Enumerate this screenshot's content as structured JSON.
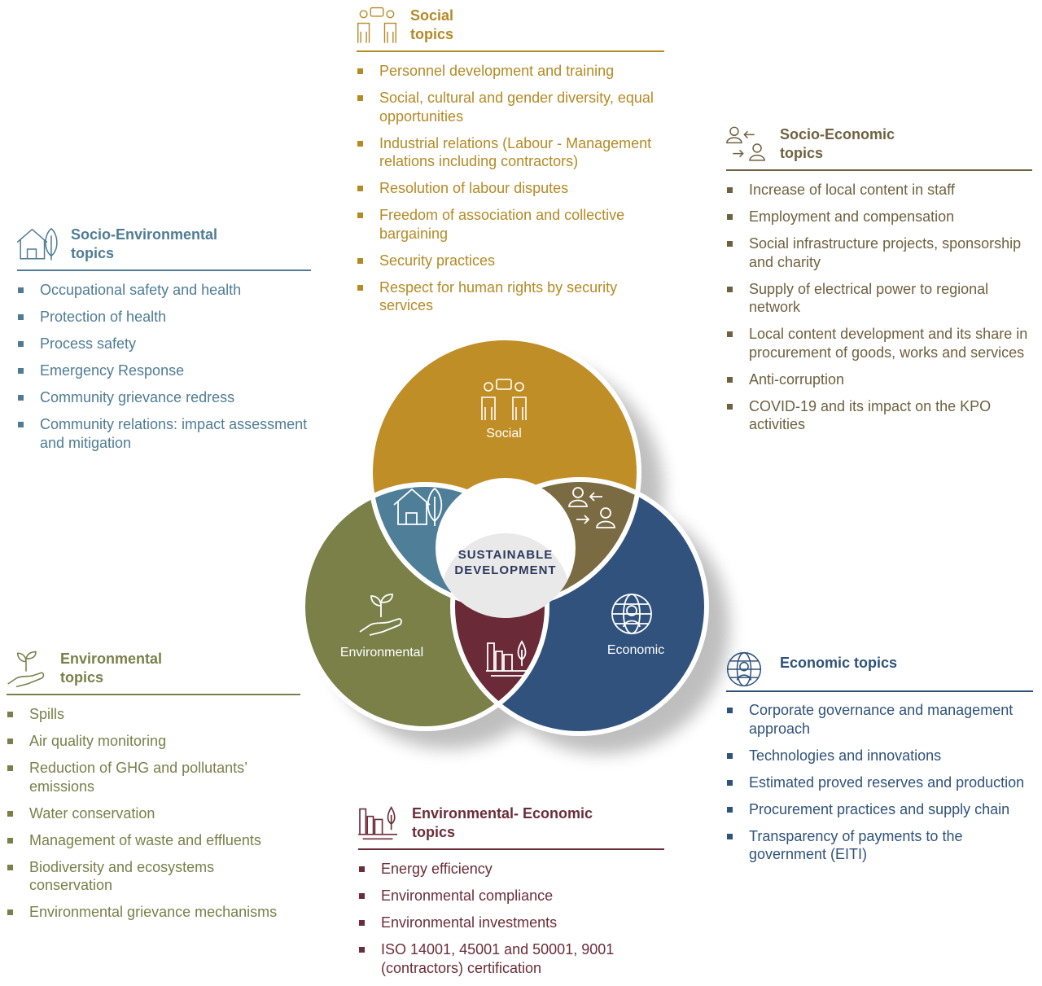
{
  "social": {
    "title": "Social\ntopics",
    "items": [
      "Personnel development and training",
      "Social, cultural and gender diversity, equal opportunities",
      "Industrial relations (Labour - Management relations including contractors)",
      "Resolution of labour disputes",
      "Freedom of association and collective bargaining",
      "Security practices",
      "Respect for human rights by security services"
    ]
  },
  "socio_economic": {
    "title": "Socio-Economic\ntopics",
    "items": [
      "Increase of local content in staff",
      "Employment and compensation",
      "Social infrastructure projects, sponsorship and charity",
      "Supply of electrical power to regional network",
      "Local content development and its share in procurement of goods, works and services",
      "Anti-corruption",
      "COVID-19 and its impact on the KPO activities"
    ]
  },
  "socio_environmental": {
    "title": "Socio-Environmental\ntopics",
    "items": [
      "Occupational safety and health",
      "Protection of health",
      "Process safety",
      "Emergency Response",
      "Community grievance redress",
      "Community relations: impact assessment and mitigation"
    ]
  },
  "environmental": {
    "title": "Environmental\ntopics",
    "items": [
      "Spills",
      "Air quality monitoring",
      "Reduction of GHG and pollutants’ emissions",
      "Water conservation",
      "Management of waste and effluents",
      "Biodiversity and ecosystems conservation",
      "Environmental grievance mechanisms"
    ]
  },
  "economic": {
    "title": "Economic topics",
    "items": [
      "Corporate governance and management approach",
      "Technologies and innovations",
      "Estimated proved reserves and production",
      "Procurement practices and supply chain",
      "Transparency of payments to the government (EITI)"
    ]
  },
  "environmental_economic": {
    "title": "Environmental- Economic\ntopics",
    "items": [
      "Energy efficiency",
      "Environmental  compliance",
      "Environmental investments",
      "ISO 14001, 45001 and 50001, 9001 (contractors) certification"
    ]
  },
  "venn": {
    "social_label": "Social",
    "environmental_label": "Environmental",
    "economic_label": "Economic",
    "center_line1": "SUSTAINABLE",
    "center_line2": "DEVELOPMENT"
  },
  "colors": {
    "social": "#c08e27",
    "socio_economic": "#7a6b43",
    "socio_environmental": "#4f7f98",
    "environmental": "#7b8049",
    "economic": "#30527c",
    "environmental_economic": "#6a2a37",
    "center_text": "#2e3a5c"
  },
  "icons": {
    "social": "people-talking-icon",
    "socio_economic": "people-exchange-icon",
    "socio_environmental": "house-tree-icon",
    "environmental": "hand-plant-icon",
    "economic": "globe-person-icon",
    "environmental_economic": "factory-drop-icon"
  }
}
